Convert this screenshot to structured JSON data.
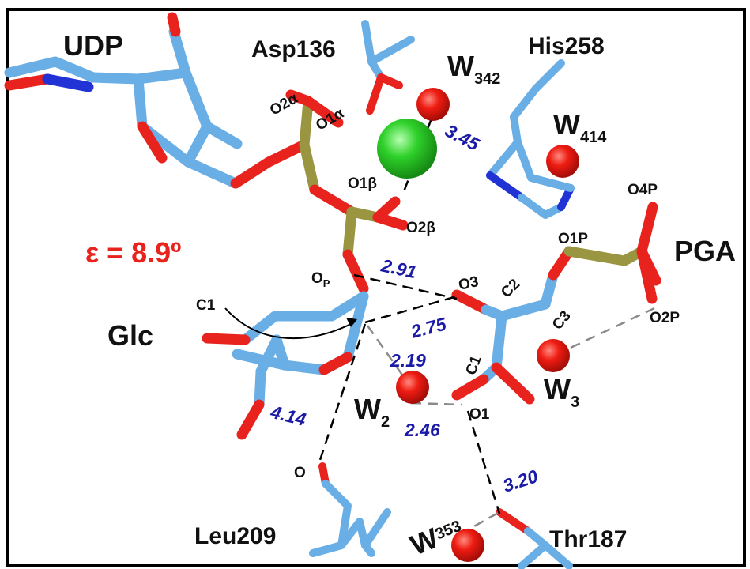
{
  "labels": {
    "udp": "UDP",
    "asp": "Asp136",
    "his": "His258",
    "pga": "PGA",
    "glc": "Glc",
    "leu": "Leu209",
    "thr": "Thr187",
    "epsilon": "ε = 8.9º"
  },
  "waters": {
    "w342": {
      "main": "W",
      "sub": "342"
    },
    "w414": {
      "main": "W",
      "sub": "414"
    },
    "w2": {
      "main": "W",
      "sub": "2"
    },
    "w3": {
      "main": "W",
      "sub": "3"
    },
    "w353": {
      "main": "W",
      "sub": "353"
    }
  },
  "atoms": {
    "o2a": "O2α",
    "o1a": "O1α",
    "o1b": "O1β",
    "o2b": "O2β",
    "op_main": "O",
    "op_sub": "P",
    "c1_glc": "C1",
    "o3": "O3",
    "c2": "C2",
    "c3": "C3",
    "c1_pga": "C1",
    "o1": "O1",
    "o1p": "O1P",
    "o4p": "O4P",
    "o2p": "O2P",
    "o_leu": "O"
  },
  "distances": {
    "d1": "3.45",
    "d2": "2.91",
    "d3": "2.75",
    "d4": "2.19",
    "d5": "4.14",
    "d6": "2.46",
    "d7": "3.20"
  },
  "colors": {
    "carbon": "#6aaee6",
    "oxygen": "#e8231e",
    "nitrogen": "#2233d6",
    "phosphorus": "#9a9540",
    "metal": "#22cc22",
    "distance_text": "#1a1aa6",
    "epsilon_text": "#e8231e"
  }
}
